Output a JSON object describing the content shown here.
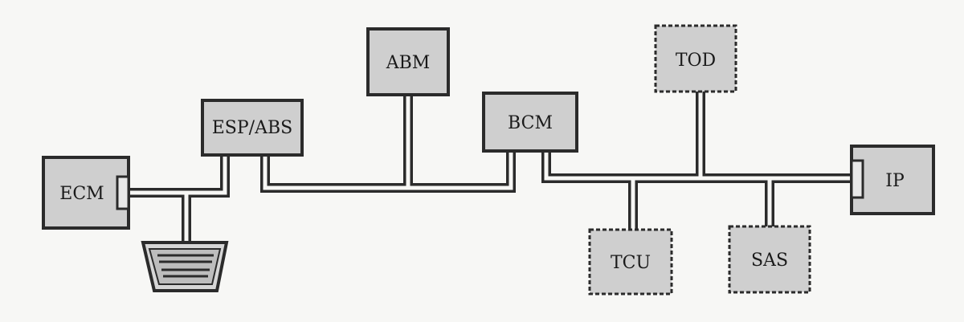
{
  "nodes": {
    "ecm": "ECM",
    "esp_abs": "ESP/ABS",
    "abm": "ABM",
    "bcm": "BCM",
    "tod": "TOD",
    "ip": "IP",
    "tcu": "TCU",
    "sas": "SAS"
  },
  "colors": {
    "box_fill": "#cfcfcf",
    "box_stroke": "#2b2b2b",
    "bus": "#2b2b2b",
    "background": "#f7f7f5"
  }
}
